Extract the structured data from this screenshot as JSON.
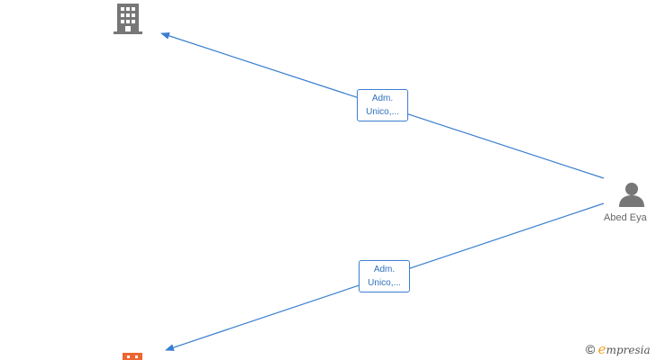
{
  "diagram": {
    "nodes": {
      "company_top": {
        "icon": "building-icon",
        "color": "#777777"
      },
      "company_bottom": {
        "icon": "building-icon",
        "color": "#ee6633"
      },
      "person": {
        "icon": "person-icon",
        "color": "#777777",
        "label": "Abed Eya"
      }
    },
    "edges": [
      {
        "from": "person",
        "to": "company_top",
        "label_line1": "Adm.",
        "label_line2": "Unico,..."
      },
      {
        "from": "person",
        "to": "company_bottom",
        "label_line1": "Adm.",
        "label_line2": "Unico,..."
      }
    ],
    "edge_color": "#3a7fd0"
  },
  "watermark": {
    "copyright_symbol": "©",
    "brand_initial": "e",
    "brand_rest": "mpresia"
  }
}
